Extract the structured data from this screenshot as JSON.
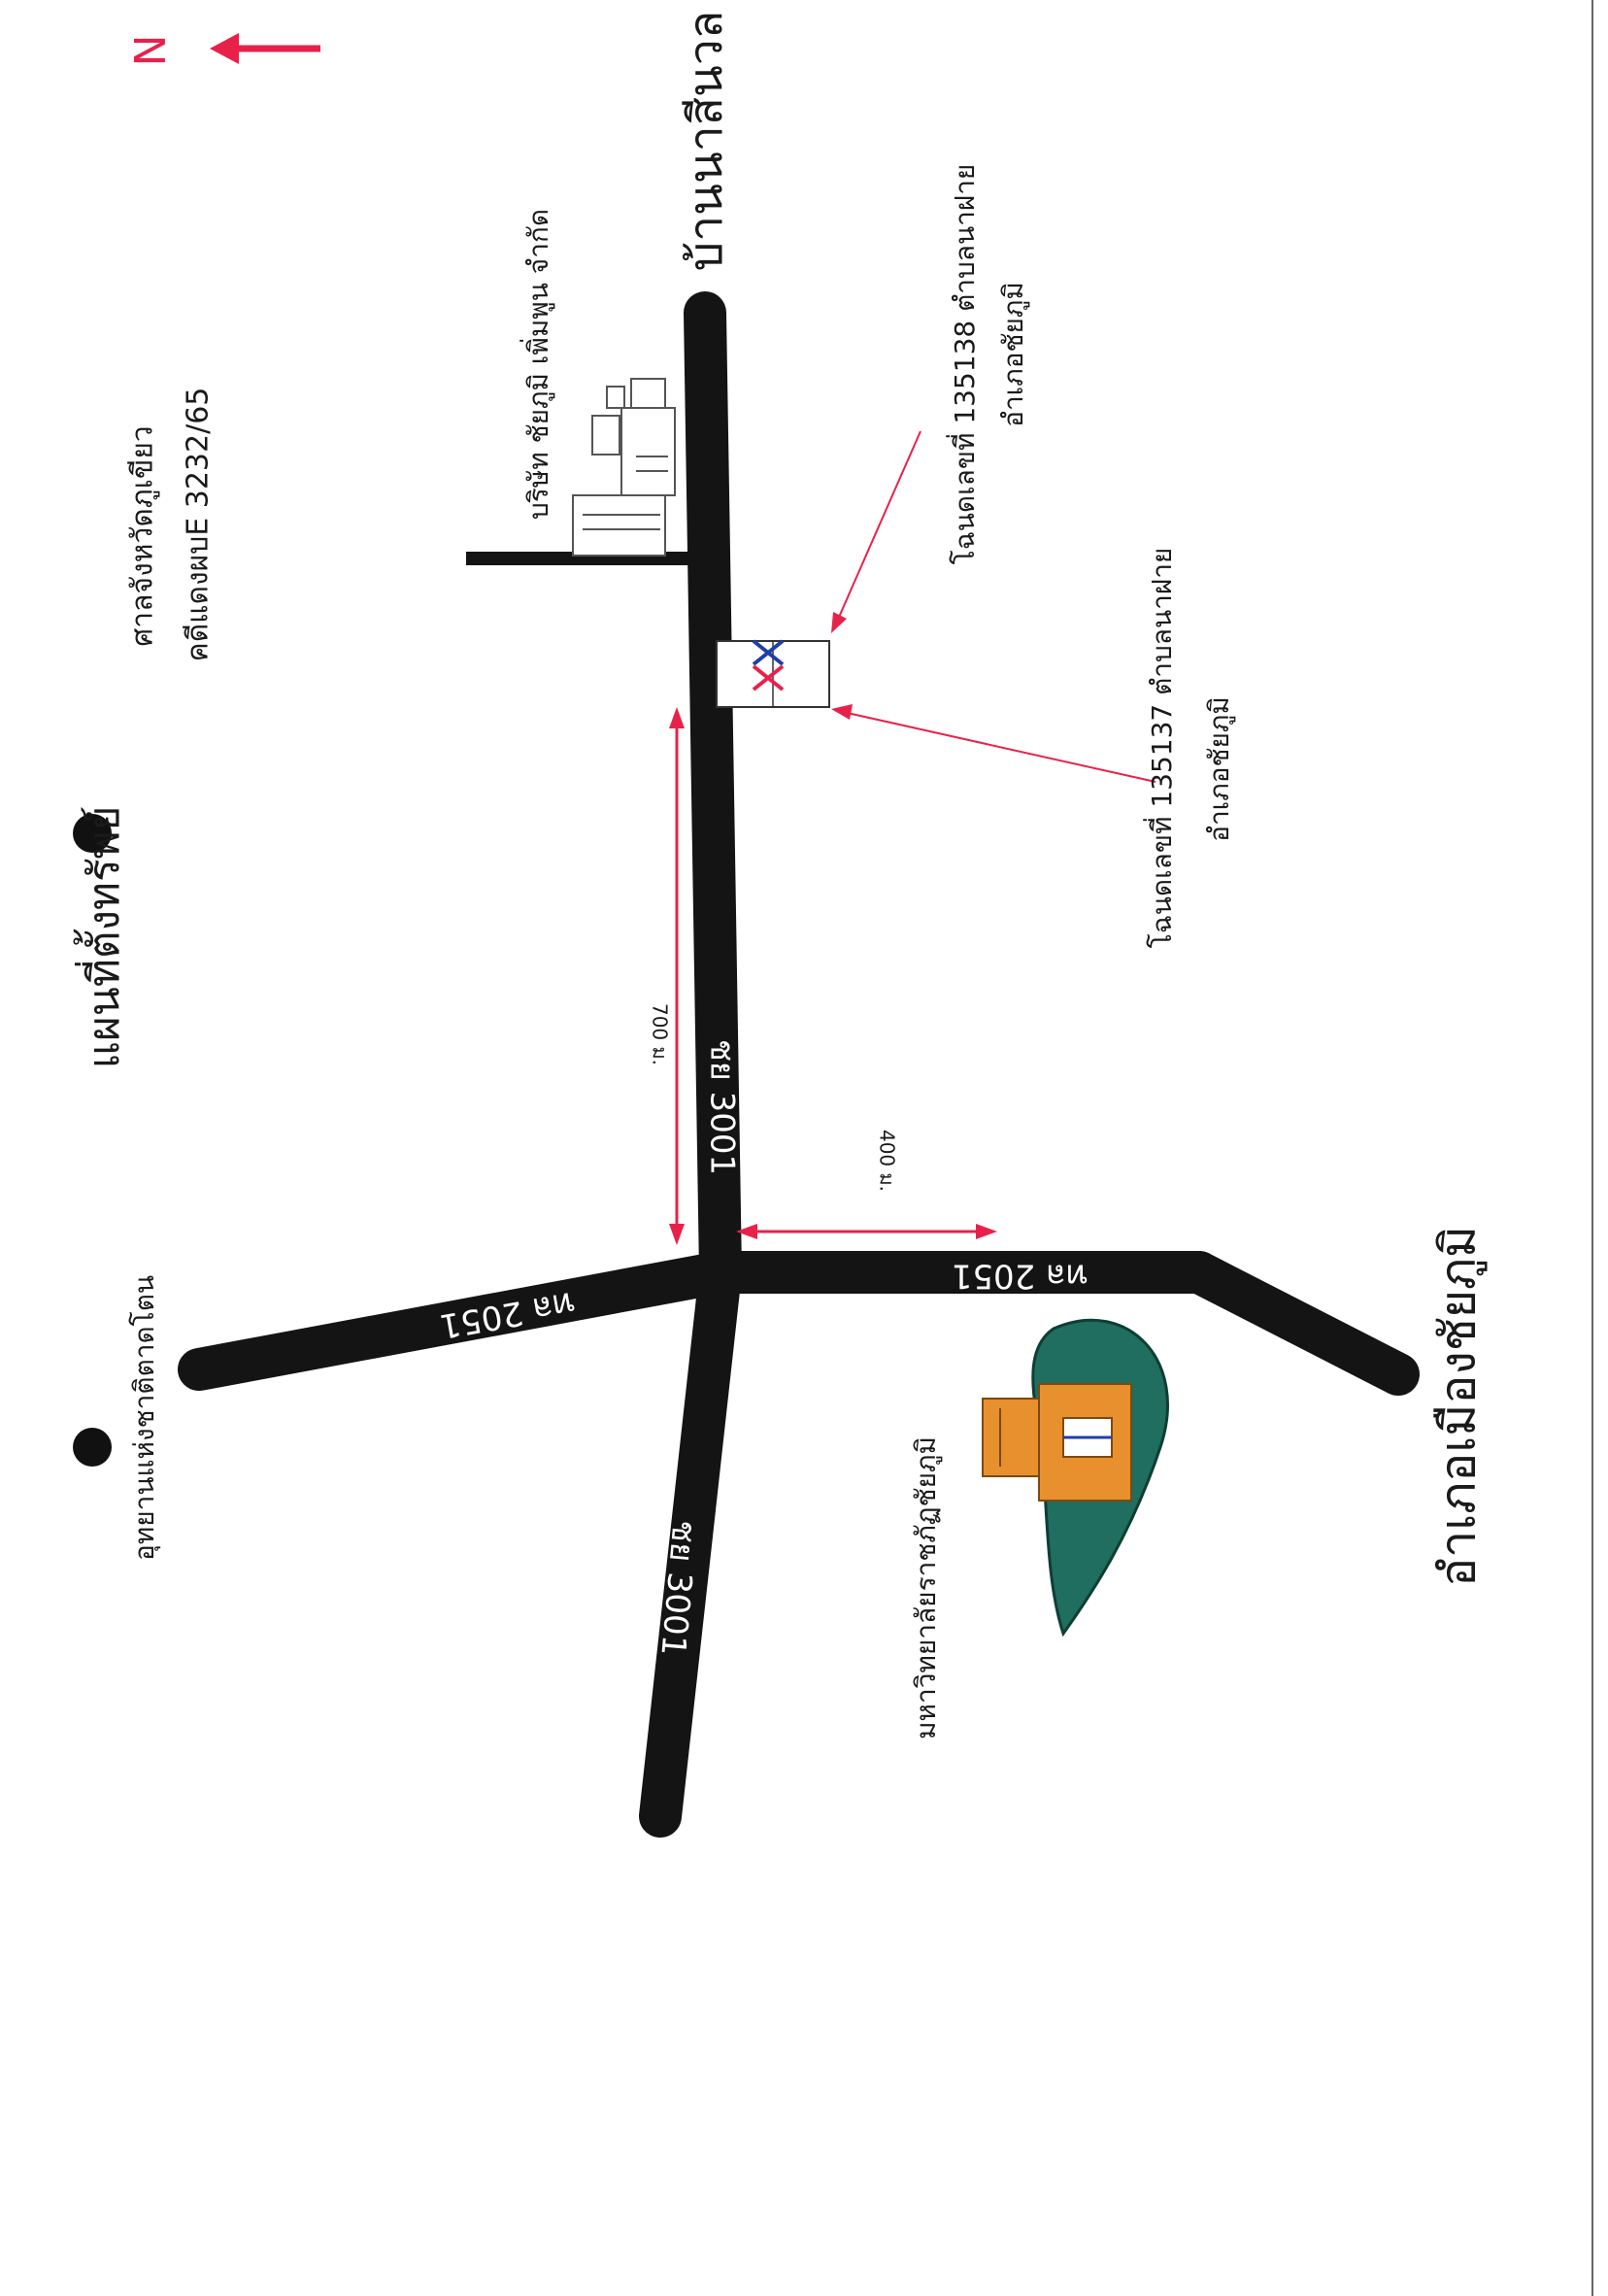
{
  "map": {
    "title": "แผนที่ตั้งทรัพย์",
    "court": "ศาลจังหวัดภูเขียว",
    "case_no": "คดีแดงผบE 3232/65",
    "north_label": "N",
    "company": "บริษัท  ชัยภูมิ เพิ่มพูน  จำกัด",
    "village": "บ้านนาสีนวล",
    "district": "อำเภอเมืองชัยภูมิ",
    "park": "อุทยานแห่งชาติตาดโตน",
    "university": "มหาวิทยาลัยราชภัฏชัยภูมิ",
    "parcel_138": {
      "line1": "โฉนดเลขที่ 135138  ตำบลนาฝาย",
      "line2": "อำเภอชัยภูมิ"
    },
    "parcel_137": {
      "line1": "โฉนดเลขที่ 135137 ตำบลนาฝาย",
      "line2": "อำเภอชัยภูมิ"
    },
    "roads": {
      "soi_upper": "ชย 3001",
      "soi_lower": "ชย 3001",
      "highway_left": "ทล 2051",
      "highway_right": "ทล 2051"
    },
    "distances": {
      "d700": "700 ม.",
      "d400": "400 ม."
    },
    "colors": {
      "road": "#141414",
      "accent_red": "#e8214a",
      "marker_blue": "#1f3fa8",
      "park_green": "#1f6e5f",
      "building_orange": "#e8902e"
    }
  }
}
